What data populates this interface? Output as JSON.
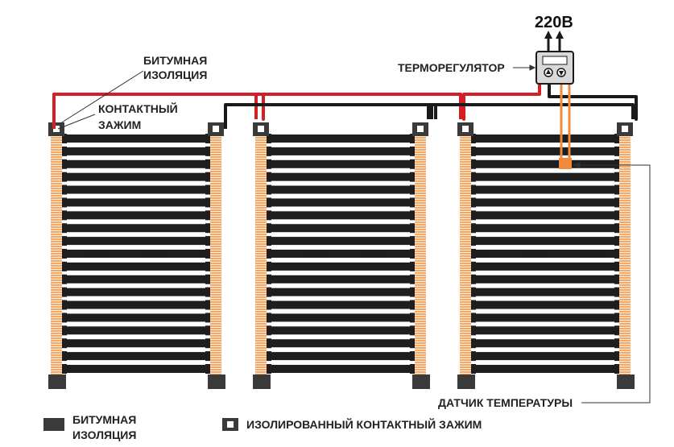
{
  "labels": {
    "voltage": "220В",
    "thermostat": "ТЕРМОРЕГУЛЯТОР",
    "bitumen_line1": "БИТУМНАЯ",
    "bitumen_line2": "ИЗОЛЯЦИЯ",
    "clamp_line1": "КОНТАКТНЫЙ",
    "clamp_line2": "ЗАЖИМ",
    "sensor": "ДАТЧИК ТЕМПЕРАТУРЫ",
    "legend_bitumen_line1": "БИТУМНАЯ",
    "legend_bitumen_line2": "ИЗОЛЯЦИЯ",
    "legend_clamp": "ИЗОЛИРОВАННЫЙ КОНТАКТНЫЙ ЗАЖИМ"
  },
  "colors": {
    "phase_wire": "#d32027",
    "neutral_wire": "#1a1a1a",
    "busbar": "#f4a460",
    "strip": "#1e1e1e",
    "bitumen": "#3a3a3a",
    "sensor_cable": "#f08a3c"
  },
  "film_panels": 3,
  "strips_per_panel": 19
}
